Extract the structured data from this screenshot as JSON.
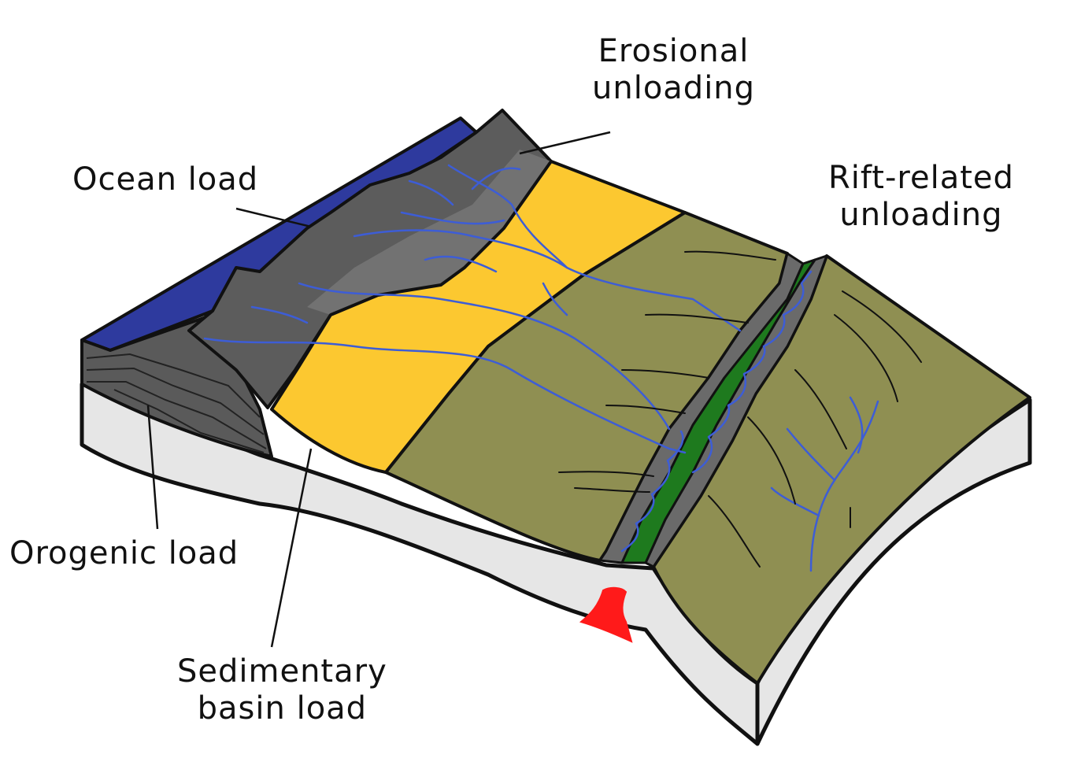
{
  "labels": {
    "ocean_load": "Ocean load",
    "erosional_unloading": [
      "Erosional",
      "unloading"
    ],
    "rift_related_unloading": [
      "Rift-related",
      "unloading"
    ],
    "orogenic_load": "Orogenic load",
    "sedimentary_basin_load": [
      "Sedimentary",
      "basin load"
    ]
  },
  "colors": {
    "ocean": "#2e3a9e",
    "mountains_dark": "#555555",
    "mountains_light": "#6e6e6e",
    "sedimentary_basin": "#fcc830",
    "plain": "#8f8f52",
    "rift_floor": "#1e7a1e",
    "rift_walls": "#6a6a6a",
    "rivers": "#3d5dd6",
    "lithosphere": "#e6e6e6",
    "magma": "#ff1a1a",
    "outline": "#111111"
  }
}
